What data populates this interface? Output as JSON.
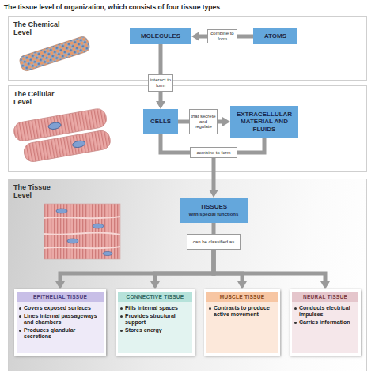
{
  "diagram": {
    "title": "The tissue level of organization, which consists of four tissue types",
    "nodes": [
      {
        "text": [
          "The Chemical Level"
        ]
      },
      {
        "text": [
          "MOLECULES"
        ],
        "in": 0
      },
      {
        "text": [
          "combine to form"
        ],
        "in": 0
      },
      {
        "text": [
          "ATOMS"
        ],
        "in": 0
      },
      {
        "text": [
          "interact to form"
        ]
      },
      {
        "text": [
          "The Cellular Level"
        ]
      },
      {
        "text": [
          "CELLS"
        ],
        "in": 5
      },
      {
        "text": [
          "that secrete and regulate"
        ],
        "in": 5
      },
      {
        "text": [
          "EXTRACELLULAR MATERIAL AND FLUIDS"
        ],
        "in": 5
      },
      {
        "text": [
          "combine to form"
        ],
        "in": 5
      },
      {
        "text": [
          "The Tissue Level"
        ]
      },
      {
        "text": [
          "TISSUES",
          "with special functions"
        ],
        "in": 10
      },
      {
        "text": [
          "can be classified as"
        ],
        "in": 10
      },
      {
        "text": [
          "EPITHELIAL TISSUE",
          "Covers exposed surfaces",
          "Lines internal passageways and chambers",
          "Produces glandular secretions"
        ],
        "in": 10
      },
      {
        "text": [
          "CONNECTIVE TISSUE",
          "Fills internal spaces",
          "Provides structural support",
          "Stores energy"
        ],
        "in": 10
      },
      {
        "text": [
          "MUSCLE TISSUE",
          "Contracts to produce active movement"
        ],
        "in": 10
      },
      {
        "text": [
          "NEURAL TISSUE",
          "Conducts electrical impulses",
          "Carries information"
        ],
        "in": 10
      }
    ],
    "edges": [
      {
        "from": 3,
        "to": 2,
        "arrow": "none"
      },
      {
        "from": 2,
        "to": 1,
        "arrow": "to"
      },
      {
        "from": 1,
        "to": 4,
        "arrow": "none"
      },
      {
        "from": 4,
        "to": 6,
        "arrow": "to"
      },
      {
        "from": 6,
        "to": 7,
        "arrow": "none"
      },
      {
        "from": 7,
        "to": 8,
        "arrow": "to"
      },
      {
        "from": 6,
        "to": 9,
        "arrow": "none"
      },
      {
        "from": 8,
        "to": 9,
        "arrow": "none"
      },
      {
        "from": 9,
        "to": 11,
        "arrow": "to"
      },
      {
        "from": 11,
        "to": 12,
        "arrow": "none"
      },
      {
        "from": 12,
        "to": 13,
        "arrow": "to"
      },
      {
        "from": 12,
        "to": 14,
        "arrow": "to"
      },
      {
        "from": 12,
        "to": 15,
        "arrow": "to"
      },
      {
        "from": 12,
        "to": 16,
        "arrow": "to"
      }
    ]
  }
}
